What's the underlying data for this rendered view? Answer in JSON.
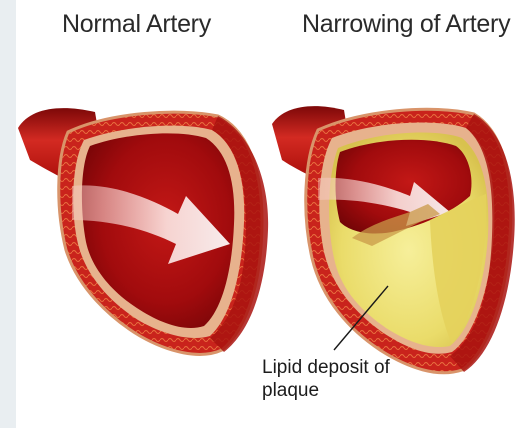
{
  "titles": {
    "left": "Normal Artery",
    "right": "Narrowing of Artery"
  },
  "callout": {
    "line1": "Lipid deposit of",
    "line2": "plaque"
  },
  "colors": {
    "artery_dark": "#8d0a0a",
    "artery_red": "#c91c1c",
    "wall_red": "#d8342a",
    "lumen_red": "#a50c10",
    "wall_tan": "#e6b48f",
    "plaque_yellow": "#efe27a",
    "arrow": "#fbe7e4"
  }
}
